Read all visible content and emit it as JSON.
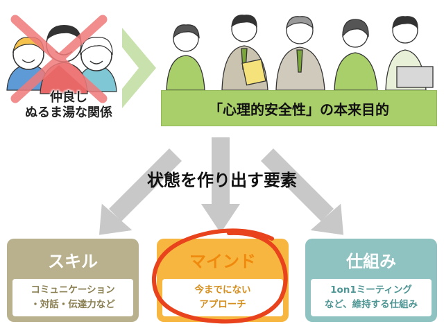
{
  "left_badge": {
    "line1": "仲良し",
    "line2": "ぬるま湯な関係"
  },
  "banner": {
    "text": "「心理的安全性」の本来目的"
  },
  "center_label": "状態を作り出す要素",
  "cards": [
    {
      "title": "スキル",
      "line1": "コミュニケーション",
      "line2": "・対話・伝達力など"
    },
    {
      "title": "マインド",
      "line1": "今までにない",
      "line2": "アプローチ"
    },
    {
      "title": "仕組み",
      "line1": "1on1ミーティング",
      "line2": "など、維持する仕組み"
    }
  ],
  "colors": {
    "banner_green": "#a9cf6b",
    "skill": "#b9b18d",
    "mind": "#f6b63f",
    "structure": "#8fc3c2",
    "cross_red": "#f07a7a",
    "highlight_circle": "#e8431c",
    "arrow_gray": "#c8c8c8",
    "chevron_green": "#c9e2ad"
  },
  "icons": [
    "red-cross-icon",
    "chevron-arrow-icon",
    "down-arrows-icon",
    "highlight-circle-icon"
  ]
}
